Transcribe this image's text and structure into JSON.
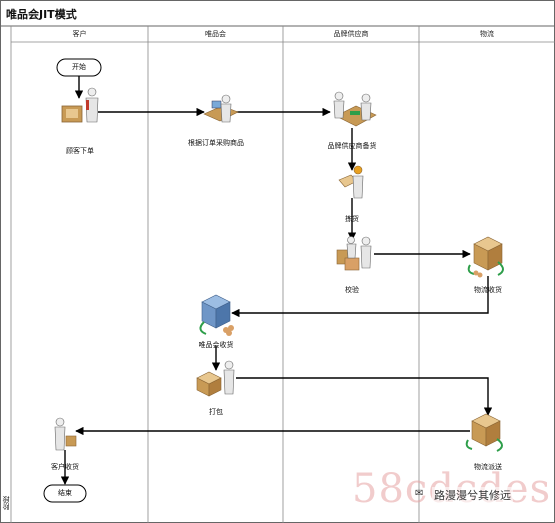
{
  "title": "唯品会JIT模式",
  "lanes": [
    "客户",
    "唯品会",
    "品牌供应商",
    "物流"
  ],
  "side_label": "阶段",
  "start_label": "开始",
  "end_label": "结束",
  "steps": {
    "customer_order": "顾客下单",
    "vip_order": "根据订单采购商品",
    "supplier_prepare": "品牌供应商备货",
    "pick": "拣货",
    "inspect": "校验",
    "logistics_receive": "物流收货",
    "vip_receive": "唯品会收货",
    "pack": "打包",
    "logistics_deliver": "物流派送",
    "customer_receive": "客户收货"
  },
  "watermark": {
    "site": "58cdcdes",
    "account": "路漫漫兮其修远"
  },
  "colors": {
    "line": "#000000",
    "lane_border": "#888888",
    "box": "#c89a55",
    "box_dark": "#8a6534",
    "person": "#e6e6e6",
    "green": "#2e9e4a",
    "blue_stack": "#6f96c7",
    "screen": "#7aa9d8"
  }
}
